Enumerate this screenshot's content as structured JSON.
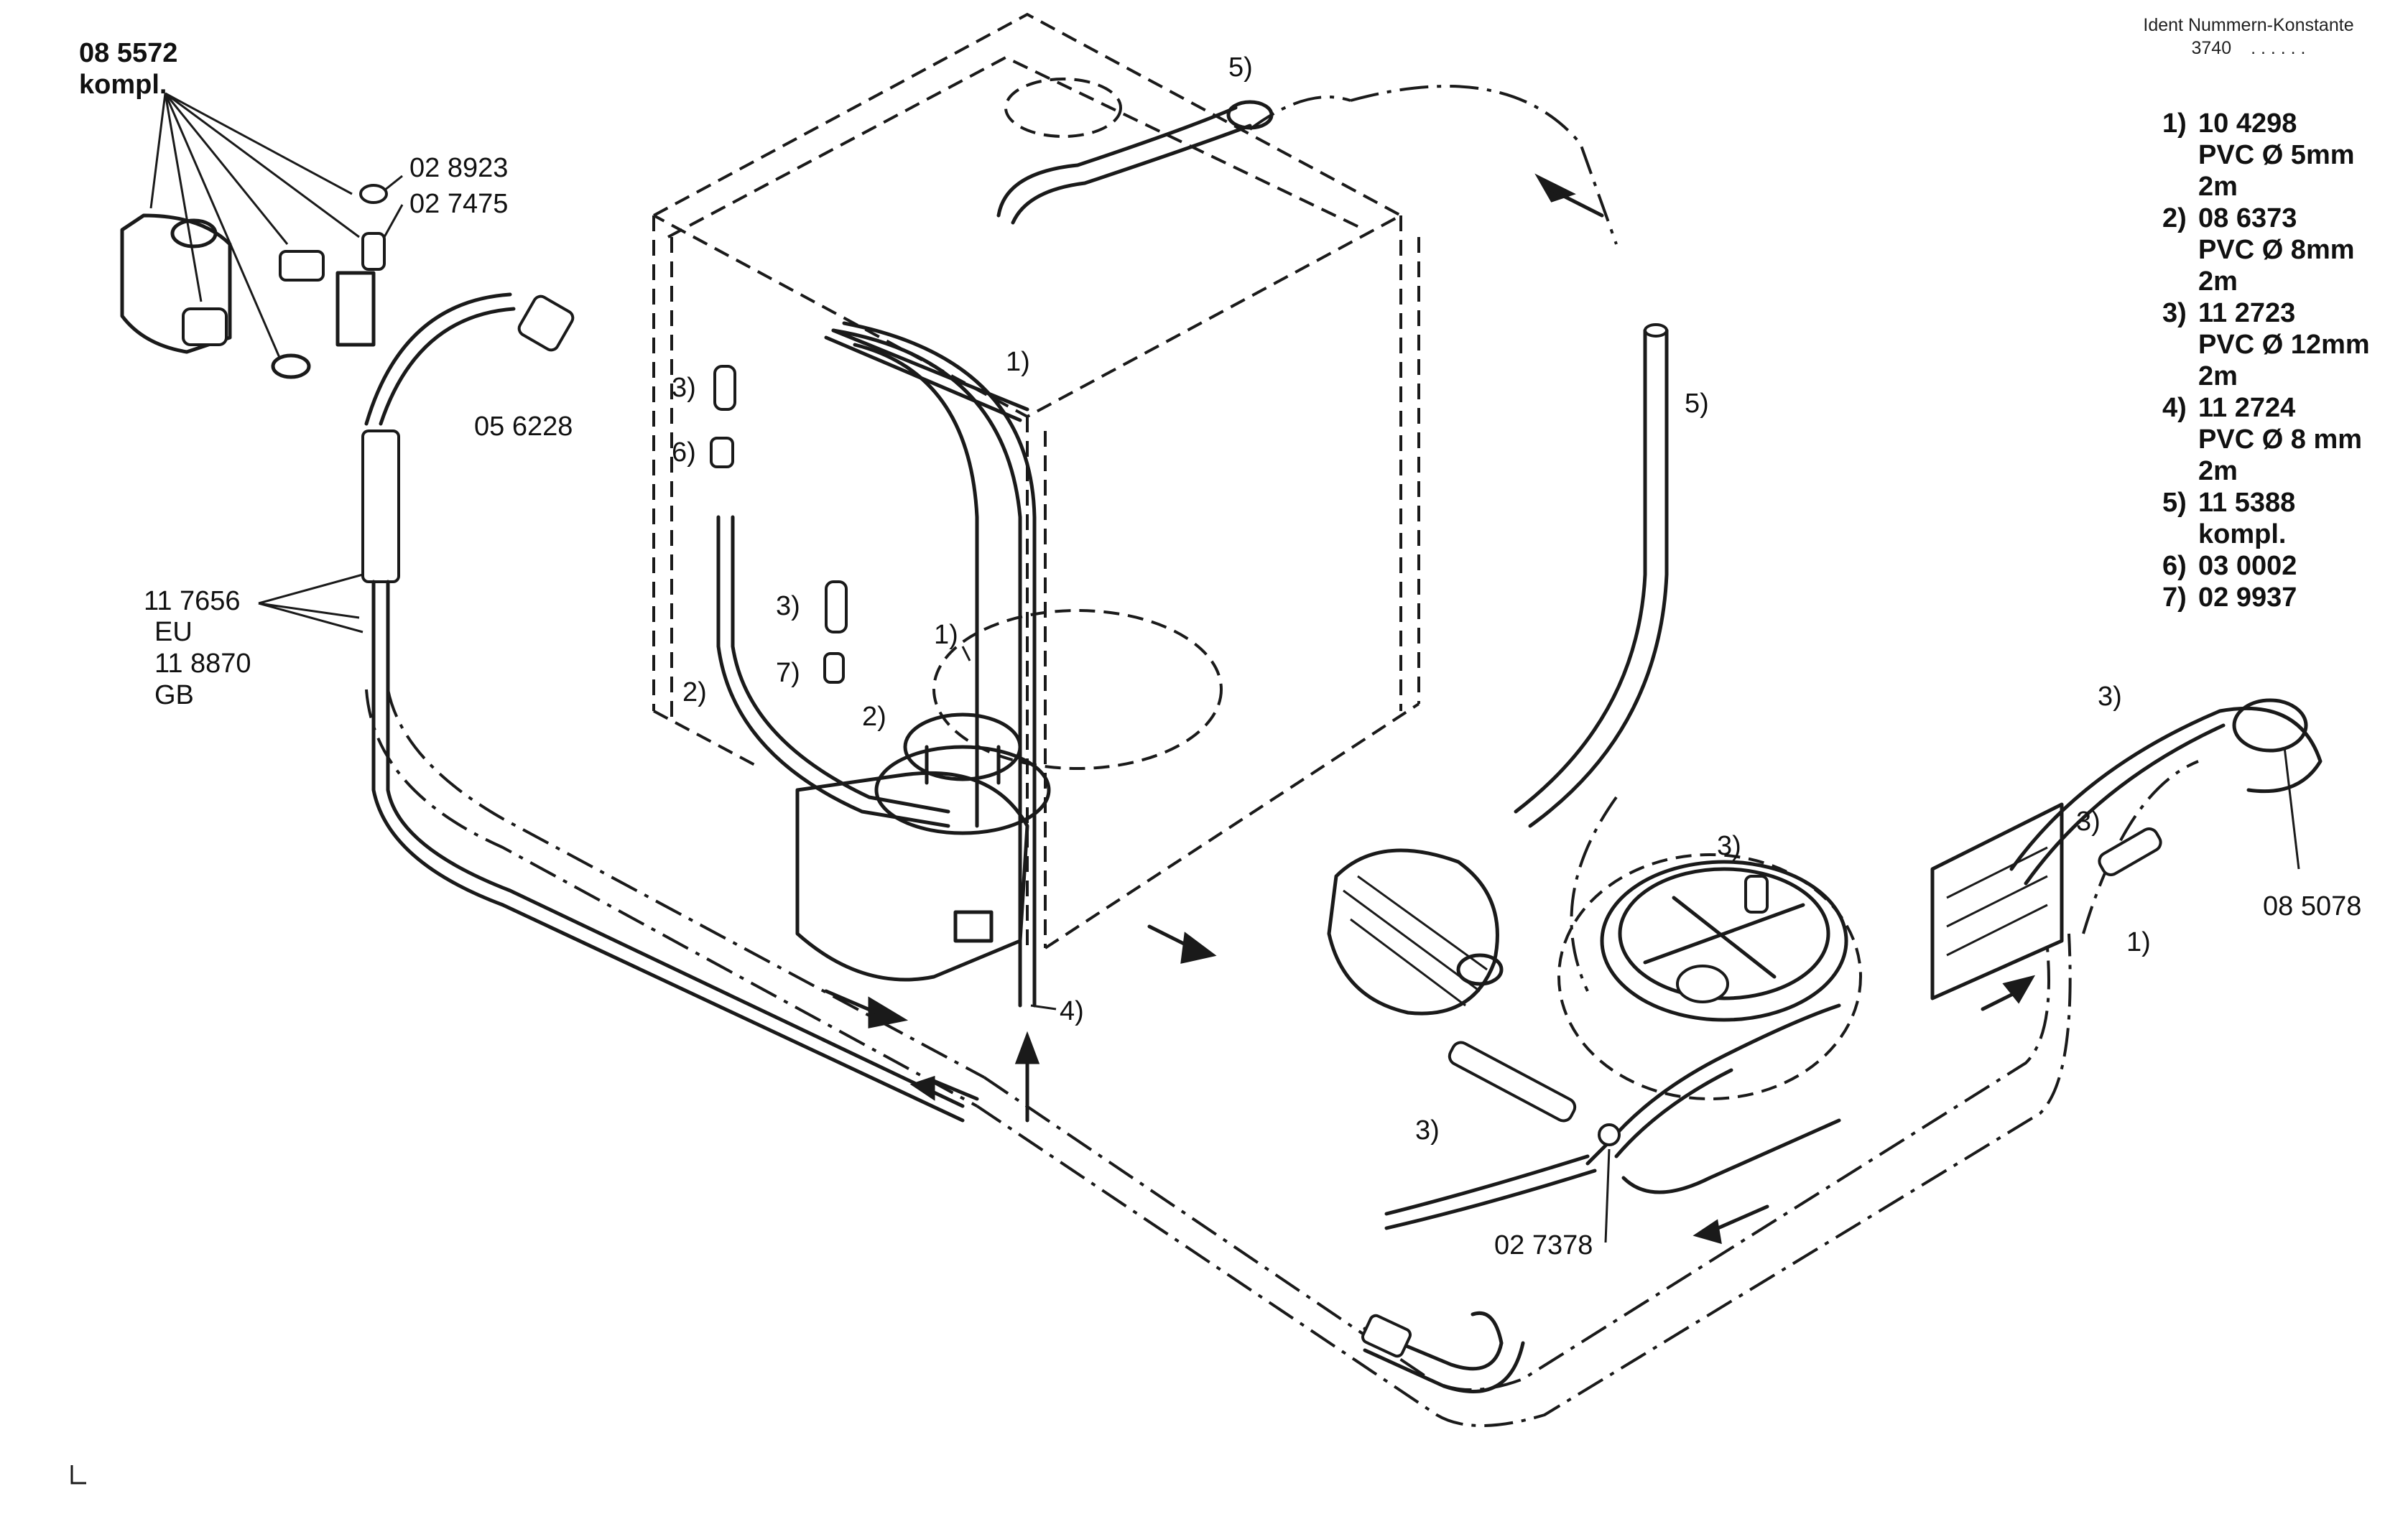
{
  "header": {
    "title": "Ident Nummern-Konstante",
    "code": "3740",
    "dots": ". .   . . . ."
  },
  "legend": [
    {
      "num": "1)",
      "code": "10 4298",
      "desc": "PVC Ø 5mm",
      "len": "2m"
    },
    {
      "num": "2)",
      "code": "08 6373",
      "desc": "PVC Ø 8mm",
      "len": "2m"
    },
    {
      "num": "3)",
      "code": "11 2723",
      "desc": "PVC Ø 12mm",
      "len": "2m"
    },
    {
      "num": "4)",
      "code": "11 2724",
      "desc": "PVC Ø 8 mm",
      "len": "2m"
    },
    {
      "num": "5)",
      "code": "11 5388",
      "desc": "kompl.",
      "len": ""
    },
    {
      "num": "6)",
      "code": "03 0002",
      "desc": "",
      "len": ""
    },
    {
      "num": "7)",
      "code": "02 9937",
      "desc": "",
      "len": ""
    }
  ],
  "parts": {
    "kit_code": "08 5572",
    "kit_note": "kompl.",
    "washer": "02 8923",
    "valve_cap": "02 7475",
    "hose_fitting": "05 6228",
    "hose_eu_code": "11 7656",
    "hose_eu": "EU",
    "hose_gb_code": "11 8870",
    "hose_gb": "GB",
    "tee": "02 7378",
    "pump_loop": "08 5078"
  },
  "callouts": {
    "c1": "1)",
    "c2": "2)",
    "c3": "3)",
    "c4": "4)",
    "c5": "5)",
    "c6": "6)",
    "c7": "7)"
  }
}
